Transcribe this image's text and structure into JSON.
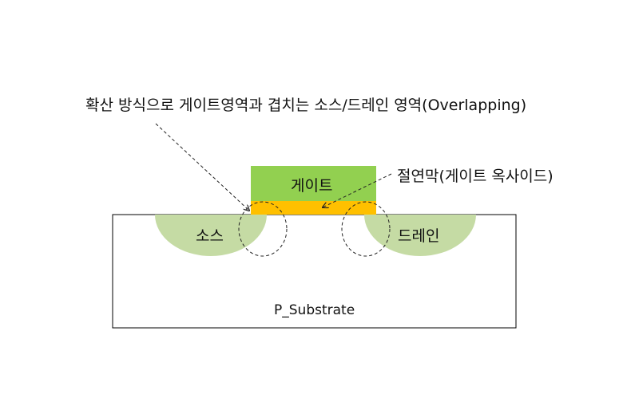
{
  "labels": {
    "title": "확산 방식으로 게이트영역과 겹치는 소스/드레인 영역(Overlapping)",
    "oxide": "절연막(게이트 옥사이드)",
    "gate": "게이트",
    "source": "소스",
    "drain": "드레인",
    "substrate": "P_Substrate"
  },
  "colors": {
    "gate": "#92d050",
    "oxide": "#ffc000",
    "diffusion": "#c5dba4",
    "outline": "#000000",
    "arrow": "#222222",
    "background": "#ffffff"
  }
}
